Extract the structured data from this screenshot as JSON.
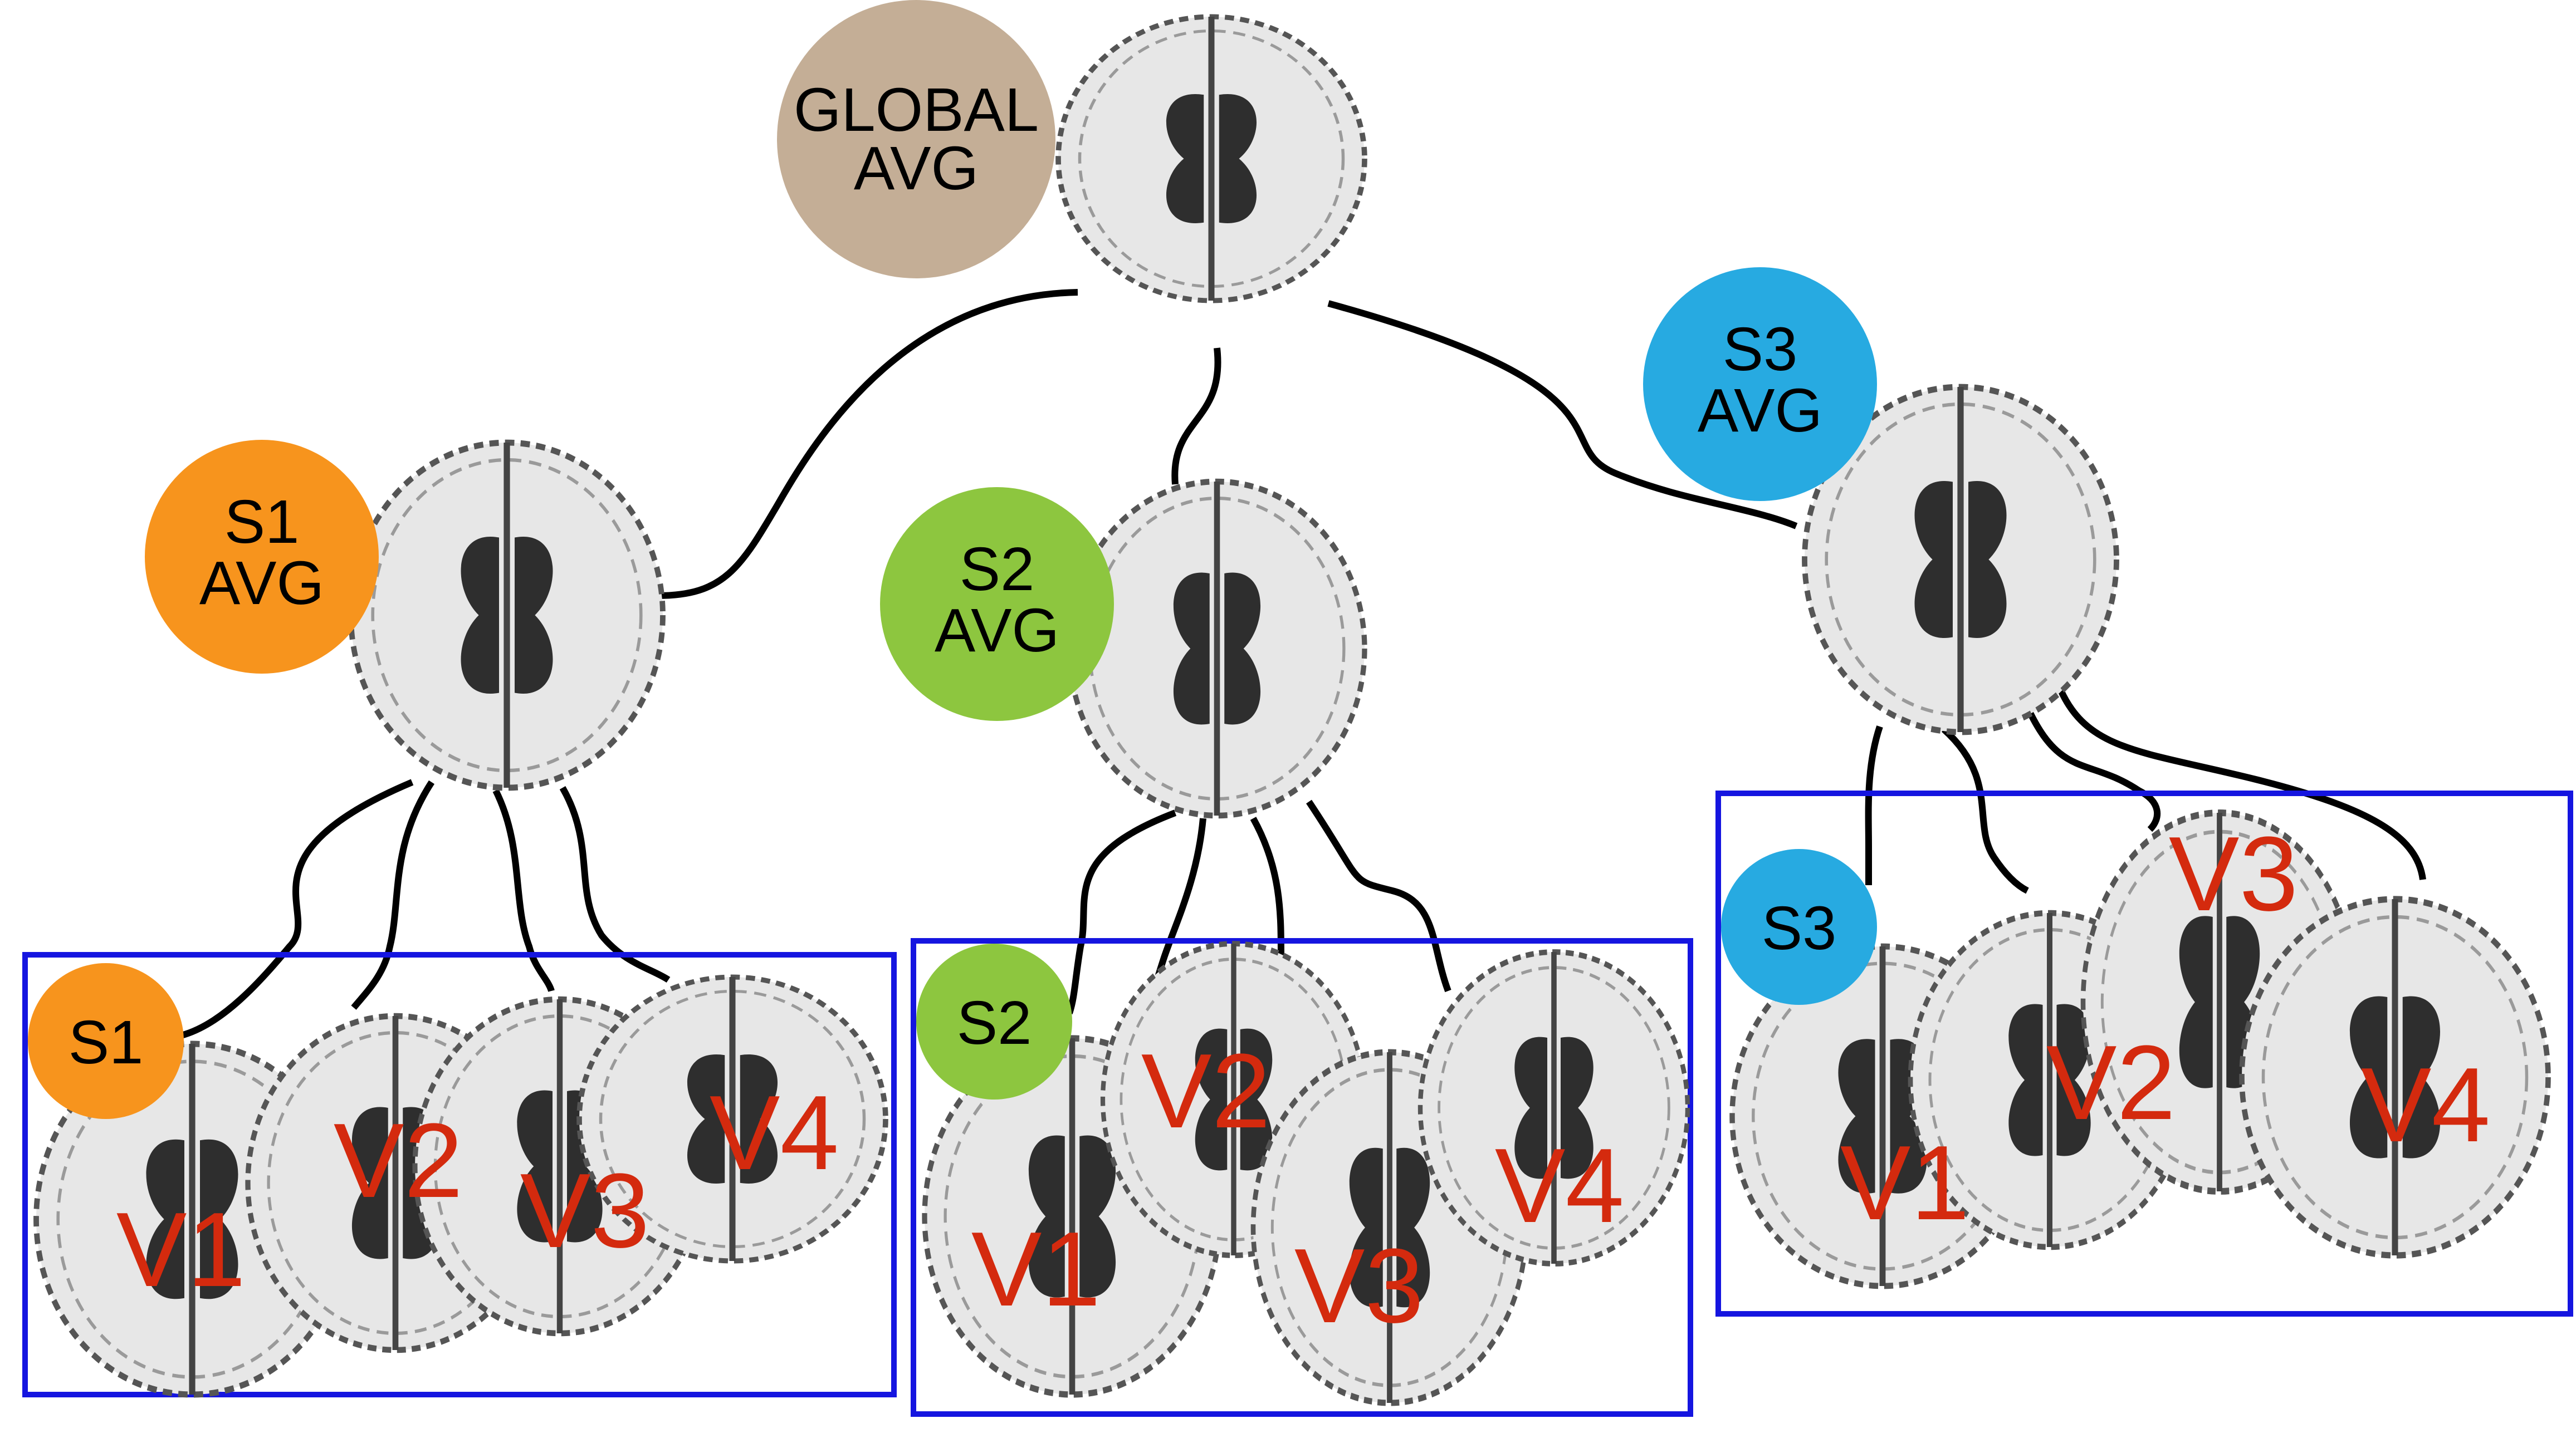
{
  "colors": {
    "global": "#c4ae96",
    "s1": "#f7941d",
    "s2": "#8dc63f",
    "s3": "#27aae1",
    "visit_text": "#d42a0e",
    "box": "#1515e0",
    "brain_fill": "#e7e7e7",
    "ventricle": "#2e2e2e"
  },
  "nodes": {
    "global": {
      "line1": "GLOBAL",
      "line2": "AVG"
    },
    "s1": {
      "line1": "S1",
      "line2": "AVG"
    },
    "s2": {
      "line1": "S2",
      "line2": "AVG"
    },
    "s3": {
      "line1": "S3",
      "line2": "AVG"
    }
  },
  "groups": {
    "s1": {
      "label": "S1",
      "visits": [
        "V1",
        "V2",
        "V3",
        "V4"
      ]
    },
    "s2": {
      "label": "S2",
      "visits": [
        "V1",
        "V2",
        "V3",
        "V4"
      ]
    },
    "s3": {
      "label": "S3",
      "visits": [
        "V1",
        "V2",
        "V3",
        "V4"
      ]
    }
  }
}
